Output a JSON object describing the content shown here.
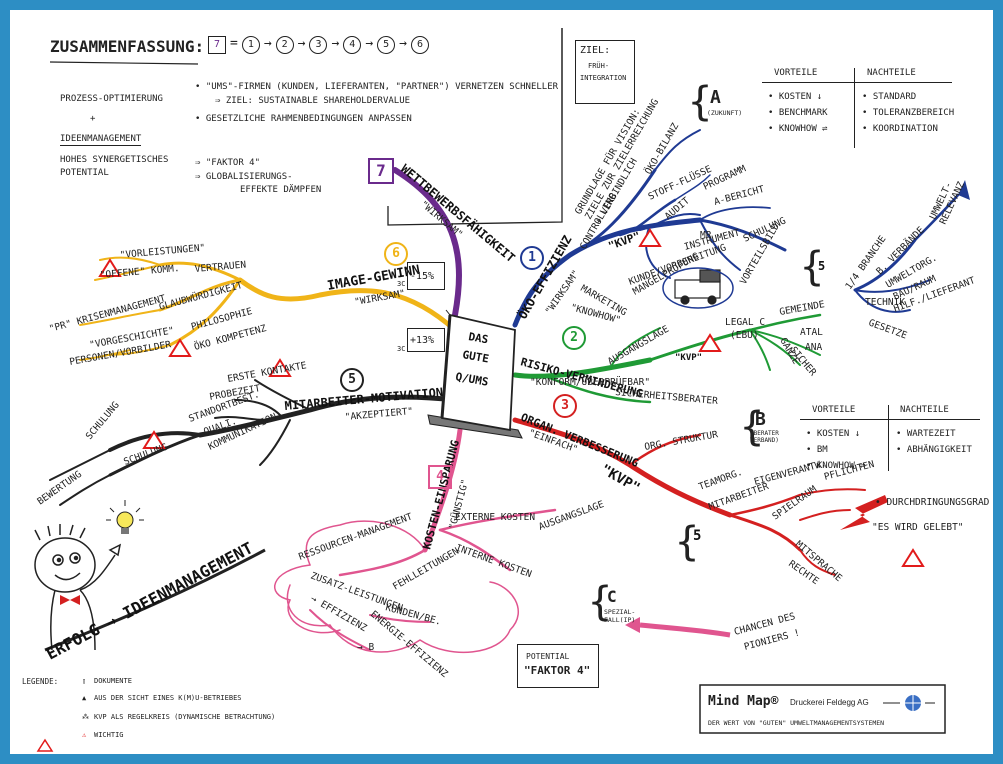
{
  "colors": {
    "frame": "#2d8ec4",
    "competition": "#6a2a8c",
    "eco": "#1f3a93",
    "risk": "#1f9a35",
    "org": "#d42020",
    "cost": "#e0558f",
    "image": "#f0b418",
    "motivation": "#222222",
    "alert": "#e21b1b"
  },
  "summary": {
    "title": "Zusammenfassung:",
    "sequence": [
      "7",
      "=",
      "1",
      "→",
      "2",
      "→",
      "3",
      "→",
      "4",
      "→",
      "5",
      "→",
      "6"
    ],
    "left": [
      "Prozeß-Optimierung",
      "+",
      "Ideenmanagement",
      "Hohes Synergetisches",
      "Potential"
    ],
    "bullets": [
      "• \"UMS\"-Firmen (Kunden, Lieferanten, \"Partner\") vernetzen schneller",
      "⇒ Ziel: Sustainable Shareholdervalue",
      "• Gesetzliche Rahmenbedingungen anpassen"
    ],
    "factor": [
      "⇒ \"Faktor 4\"",
      "⇒ Globalisierungs-",
      "effekte dämpfen"
    ]
  },
  "goal": {
    "label": "Ziel:",
    "text1": "Früh-",
    "text2": "Integration"
  },
  "tableA": {
    "letter": "A",
    "sub": "(Zukunft)",
    "head_pro": "Vorteile",
    "head_con": "Nachteile",
    "pros": [
      "• Kosten ↓",
      "• Benchmark",
      "• Knowhow ⇌"
    ],
    "cons": [
      "• Standard",
      "• Toleranzbereich",
      "• Koordination"
    ]
  },
  "tableB": {
    "letter": "B",
    "sub": "(Berater Verband)",
    "head_pro": "Vorteile",
    "head_con": "Nachteile",
    "pros": [
      "• Kosten ↓",
      "• BM",
      "• Knowhow ⇌"
    ],
    "cons": [
      "• Wartezeit",
      "• Abhängigkeit"
    ]
  },
  "center": {
    "line1": "Das",
    "line2": "gute",
    "line3": "Q/UMS"
  },
  "branches": {
    "competition": {
      "num": "7",
      "label": "Wettbewerbsfähigkeit",
      "sub": "\"Wirksam\""
    },
    "eco": {
      "num": "1",
      "label": "Öko-Effizienz",
      "sub": "\"Wirksam\"",
      "controlling": "Controlling",
      "oekobilanz": "Öko-Bilanz",
      "grundlage1": "Grundlage für Vision:",
      "grundlage2": "Ziele zur Zielerreichung",
      "grundlage3": "+ Verbindlich",
      "stoff": "Stoff-Flüsse",
      "programm": "Programm",
      "audit": "Audit",
      "abericht": "A-Bericht",
      "kvp": "\"KVP\"",
      "mr": "MR",
      "instrument": "Instrument",
      "schulung": "Schulung",
      "kunde": "Kunde/Vorbereitung",
      "mangel": "Mangelprüfung",
      "vorteil": "Vorteilsbild",
      "marketing": "Marketing",
      "knowhow": "\"Knowhow\"",
      "s5": "5",
      "umwelt1": "Umwelt-",
      "umwelt2": "relevanz",
      "branche": "1/4 Branche",
      "verbaende": "B. Verbände",
      "umweltorg": "Umweltorg.",
      "bau": "Bau/Raum",
      "hilfe": "Hilf./Lieferant",
      "technik": "Technik",
      "gesetze": "Gesetze"
    },
    "risk": {
      "num": "2",
      "label": "Risiko-Verminderung",
      "sub": "\"Konform/überprüfbar\"",
      "ausgang": "Ausgangslage",
      "legal": "Legal C",
      "ebu": "(EBU)",
      "gemeinde": "Gemeinde",
      "atal": "ATAL",
      "ana": "ANA",
      "ganze": "Ganze",
      "sicher": "Sicher",
      "kvp": "\"KVP\"",
      "sicherheit": "Sicherheitsberater"
    },
    "org": {
      "num": "3",
      "label": "Organ. Verbesserung",
      "sub": "\"Einfach\"",
      "struktur": "Org. Struktur",
      "kvp": "\"KVP\"",
      "teamorg": "Teamorg.",
      "mitarbeiter": "Mitarbeiter",
      "eigen": "Eigenverantw.",
      "pflichten": "Pflichten",
      "spielraum": "Spielraum",
      "mitsprache": "Mitsprache",
      "rechte": "Rechte",
      "durch": "• Durchdringungsgrad",
      "gelebt": "\"Es wird gelebt\"",
      "s5": "5"
    },
    "cost": {
      "num": "4",
      "label": "Kosten-Einsparung",
      "sub": "\"Günstig\"",
      "extern": "Externe Kosten",
      "ausgang": "Ausgangslage",
      "intern": "Interne Kosten",
      "ressourcen": "Ressourcen-Management",
      "zusatz": "Zusatz-Leistungen",
      "fehl": "Fehlleitungen",
      "effizienz": "→ Effizienz",
      "kunden": "Kunden/Be.",
      "energie": "Energie-Effizienz",
      "b": "→ B",
      "potential": "Potential",
      "faktor": "\"Faktor 4\""
    },
    "image": {
      "num": "6",
      "label": "Image-Gewinn",
      "sub": "\"Wirksam\"",
      "vertrauen": "Vertrauen",
      "vorl": "\"Vorleistungen\"",
      "offene": "\"Offene\" Komm.",
      "glaub": "Glaubwürdigkeit",
      "krisen": "\"PR\" Krisenmanagement",
      "philo": "Philosophie",
      "kompetenz": "Öko Kompetenz",
      "vorgesch": "\"Vorgeschichte\"",
      "personen": "Personen/Vorbilder",
      "minus": "-15%",
      "plus": "+13%",
      "pre1": "3c",
      "pre2": "3c"
    },
    "motivation": {
      "num": "5",
      "label": "Mitarbeiter-Motivation",
      "sub": "\"Akzeptiert\"",
      "erste": "Erste Kontakte",
      "probe": "Probezeit",
      "stand": "Standortbest.",
      "quali": "Quali.",
      "komm": "Kommunikation",
      "schulung1": "Schulung",
      "schulung2": "Schulung",
      "bewertung": "Bewertung"
    }
  },
  "special": {
    "letter": "C",
    "text": "Spezial-fall(IP)",
    "chancen1": "Chancen des",
    "chancen2": "Pioniers !"
  },
  "success": "Erfolg → Ideenmanagement",
  "legend": {
    "label": "Legende:",
    "items": [
      "Dokumente",
      "Aus der Sicht eines K(M)U-Betriebes",
      "KVP als Regelkreis (dynamische Betrachtung)",
      "Wichtig"
    ],
    "sym": [
      "▯",
      "▲",
      "⁂",
      "⚠"
    ]
  },
  "brand": {
    "title": "Mind Map®",
    "reg": "",
    "company": "Druckerei Feldegg AG",
    "footer": "Der Wert von \"guten\" Umweltmanagementsystemen"
  }
}
